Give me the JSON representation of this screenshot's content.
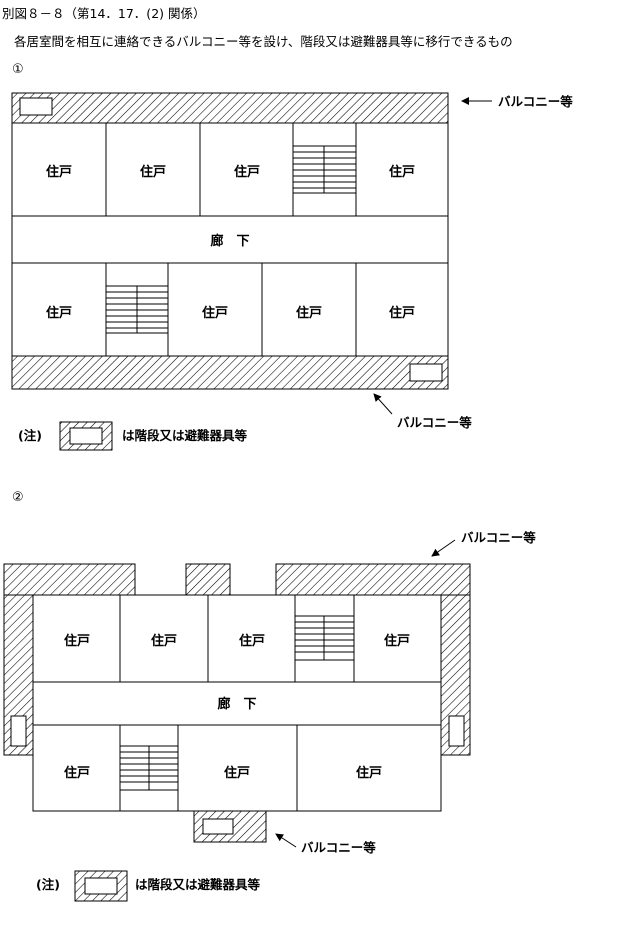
{
  "header": {
    "title": "別図８－８（第14．17．(2) 関係）",
    "description": "各居室間を相互に連絡できるバルコニー等を設け、階段又は避難器具等に移行できるもの"
  },
  "figure1": {
    "marker": "①",
    "room_label": "住戸",
    "corridor_label": "廊　下",
    "balcony_label_top": "バルコニー等",
    "balcony_label_bottom": "バルコニー等",
    "note_prefix": "(注)",
    "note_text": "は階段又は避難器具等"
  },
  "figure2": {
    "marker": "②",
    "room_label": "住戸",
    "corridor_label": "廊　下",
    "balcony_label_top": "バルコニー等",
    "balcony_label_bottom": "バルコニー等",
    "note_prefix": "(注)",
    "note_text": "は階段又は避難器具等"
  }
}
